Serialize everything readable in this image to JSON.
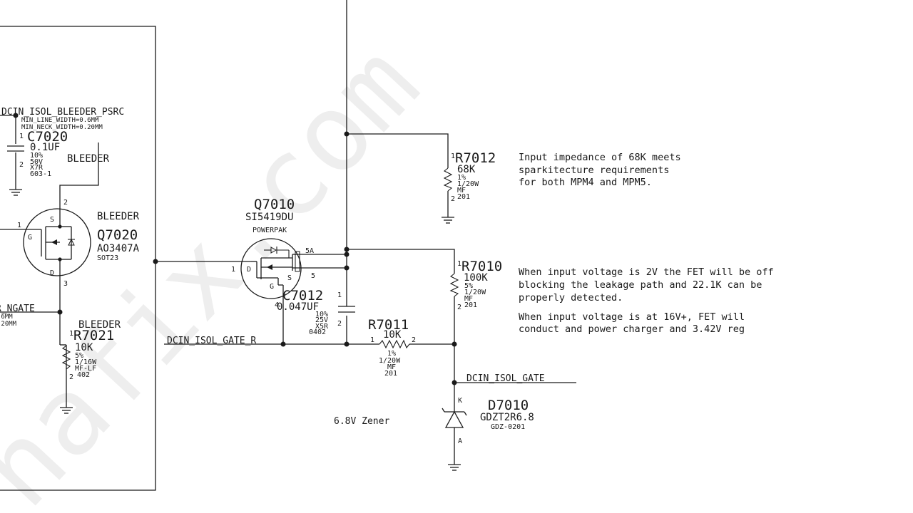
{
  "watermark": "nafix.com",
  "nets": {
    "bleeder_psrc": "DCIN_ISOL_BLEEDER_PSRC",
    "min_line_width": "MIN_LINE_WIDTH=0.6MM",
    "min_neck_width": "MIN_NECK_WIDTH=0.20MM",
    "ngate_partial": "R_NGATE",
    "ngate_line1": ".6MM",
    "ngate_line2": ".20MM",
    "gate_r": "DCIN_ISOL_GATE_R",
    "gate": "DCIN_ISOL_GATE"
  },
  "components": {
    "c7020": {
      "ref": "C7020",
      "value": "0.1UF",
      "spec": [
        "10%",
        "50V",
        "X7R",
        "603-1"
      ],
      "pin1": "1",
      "pin2": "2"
    },
    "q7020": {
      "ref": "Q7020",
      "part": "AO3407A",
      "pkg": "SOT23",
      "pin_s": "S",
      "pin_g": "G",
      "pin_d": "D",
      "pin1": "1",
      "pin2": "2",
      "pin3": "3"
    },
    "r7021": {
      "ref": "R7021",
      "value": "10K",
      "spec": [
        "5%",
        "1/16W",
        "MF-LF",
        "402"
      ],
      "pin1": "1",
      "pin2": "2"
    },
    "q7010": {
      "ref": "Q7010",
      "part": "SI5419DU",
      "pkg": "POWERPAK",
      "pin_d": "D",
      "pin_g": "G",
      "pin_s": "S",
      "pin1": "1",
      "pin4": "4",
      "pin5": "5",
      "current": "5A"
    },
    "c7012": {
      "ref": "C7012",
      "value": "0.047UF",
      "spec": [
        "10%",
        "25V",
        "X5R",
        "0402"
      ],
      "pin1": "1",
      "pin2": "2"
    },
    "r7011": {
      "ref": "R7011",
      "value": "10K",
      "spec": [
        "1%",
        "1/20W",
        "MF",
        "201"
      ],
      "pin1": "1",
      "pin2": "2"
    },
    "r7012": {
      "ref": "R7012",
      "value": "68K",
      "spec": [
        "1%",
        "1/20W",
        "MF",
        "201"
      ],
      "pin1": "1",
      "pin2": "2"
    },
    "r7010": {
      "ref": "R7010",
      "value": "100K",
      "spec": [
        "5%",
        "1/20W",
        "MF",
        "201"
      ],
      "pin1": "1",
      "pin2": "2"
    },
    "d7010": {
      "ref": "D7010",
      "part": "GDZT2R6.8",
      "pkg": "GDZ-0201",
      "pin_k": "K",
      "pin_a": "A"
    }
  },
  "labels": {
    "bleeder_1": "BLEEDER",
    "bleeder_2": "BLEEDER",
    "bleeder_3": "BLEEDER",
    "zener": "6.8V Zener"
  },
  "notes": {
    "impedance": [
      "Input impedance of 68K meets",
      "sparkitecture requirements",
      "for both MPM4 and MPM5."
    ],
    "low_voltage": [
      "When input voltage is 2V the FET will be off",
      "blocking the leakage path and 22.1K can be",
      "properly detected."
    ],
    "high_voltage": [
      "When input voltage is at 16V+, FET will",
      "conduct and power charger and 3.42V reg"
    ]
  }
}
